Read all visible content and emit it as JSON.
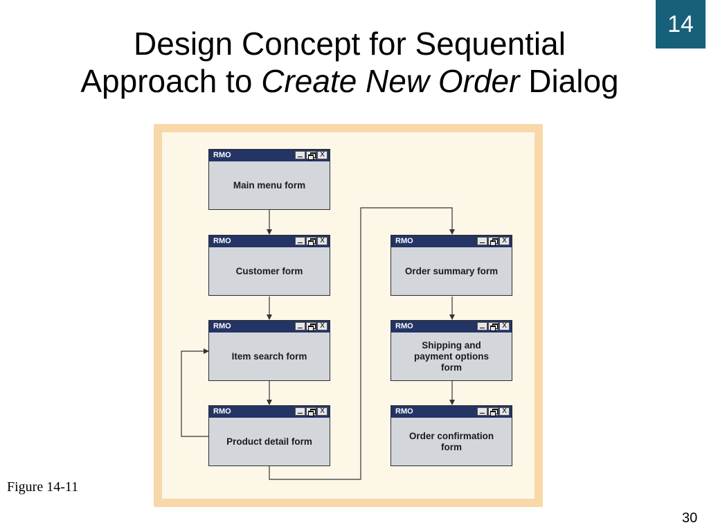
{
  "slide": {
    "chapter": "14",
    "title_line1": "Design Concept for Sequential",
    "title_line2_prefix": "Approach to ",
    "title_line2_italic": "Create New Order",
    "title_line2_suffix": " Dialog",
    "figure_caption": "Figure 14-11",
    "page_number": "30"
  },
  "window_chrome": {
    "app_name": "RMO",
    "minimize_icon": "minimize-icon",
    "maximize_icon": "restore-icon",
    "close_icon": "close-icon",
    "close_glyph": "X"
  },
  "colors": {
    "title_bar": "#233465",
    "window_body": "#d3d6db",
    "figure_border": "#f8d8a8",
    "figure_background": "#fdf7e8",
    "chapter_badge": "#17607a"
  },
  "forms": [
    {
      "id": "main-menu",
      "label": "Main menu form"
    },
    {
      "id": "customer",
      "label": "Customer form"
    },
    {
      "id": "item-search",
      "label": "Item search form"
    },
    {
      "id": "product-detail",
      "label": "Product detail form"
    },
    {
      "id": "order-summary",
      "label": "Order summary form"
    },
    {
      "id": "shipping-payment",
      "label": "Shipping and\npayment options\nform"
    },
    {
      "id": "order-confirmation",
      "label": "Order confirmation\nform"
    }
  ]
}
